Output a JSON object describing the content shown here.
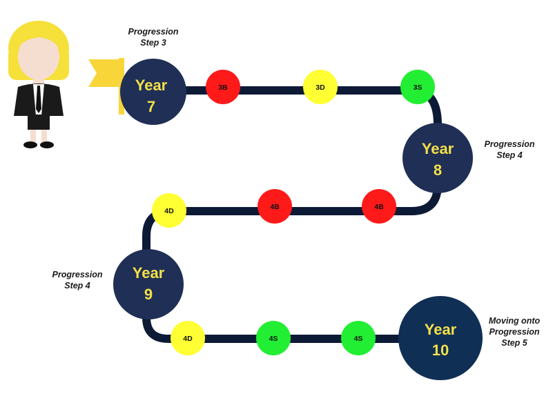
{
  "colors": {
    "path": "#0d1a36",
    "year_fill": "#1f2f55",
    "year_final_fill": "#0f2f55",
    "year_text": "#f3e04a",
    "red": "#ff1a1a",
    "yellow": "#ffff33",
    "green": "#22ee33",
    "flag": "#f8d63a"
  },
  "years": [
    {
      "line1": "Year",
      "line2": "7"
    },
    {
      "line1": "Year",
      "line2": "8"
    },
    {
      "line1": "Year",
      "line2": "9"
    },
    {
      "line1": "Year",
      "line2": "10"
    }
  ],
  "steps": [
    {
      "label": "3B",
      "status": "red"
    },
    {
      "label": "3D",
      "status": "yellow"
    },
    {
      "label": "3S",
      "status": "green"
    },
    {
      "label": "4B",
      "status": "red"
    },
    {
      "label": "4B",
      "status": "red"
    },
    {
      "label": "4D",
      "status": "yellow"
    },
    {
      "label": "4D",
      "status": "yellow"
    },
    {
      "label": "4S",
      "status": "green"
    },
    {
      "label": "4S",
      "status": "green"
    }
  ],
  "labels": {
    "y7": [
      "Progression",
      "Step 3"
    ],
    "y8": [
      "Progression",
      "Step 4"
    ],
    "y9": [
      "Progression",
      "Step 4"
    ],
    "y10": [
      "Moving onto",
      "Progression",
      "Step 5"
    ]
  }
}
